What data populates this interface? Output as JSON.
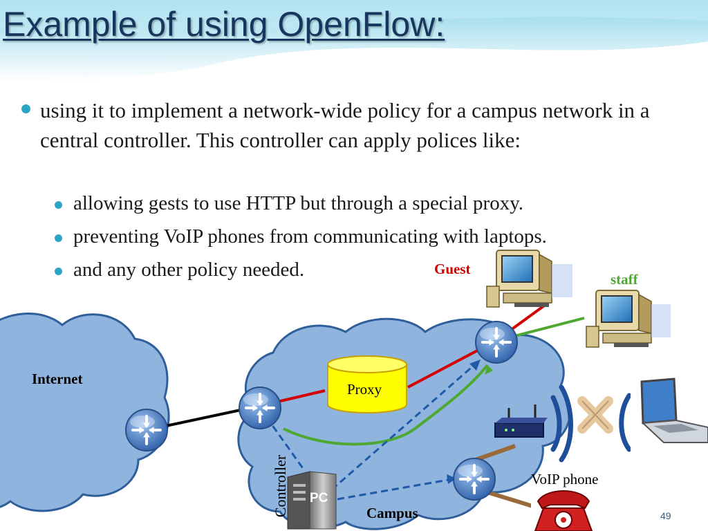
{
  "slide": {
    "title": "Example of using OpenFlow:",
    "main_bullet": "using it to implement a network-wide policy for a campus network in a central controller. This controller can apply polices like:",
    "sub_bullets": [
      "allowing gests to use HTTP but through a special proxy.",
      "preventing VoIP phones from communicating with laptops.",
      "and any other policy needed."
    ],
    "page_number": "49"
  },
  "diagram": {
    "internet_label": "Internet",
    "campus_label": "Campus",
    "proxy_label": "Proxy",
    "guest_label": "Guest",
    "staff_label": "staff",
    "controller_label": "Controller",
    "voip_label": "VoIP phone",
    "pc_label": "PC",
    "colors": {
      "guest": "#cc0000",
      "staff": "#4ea832",
      "cloud": "#8fb4dd",
      "proxy": "#ffff00",
      "title": "#17365d"
    }
  }
}
